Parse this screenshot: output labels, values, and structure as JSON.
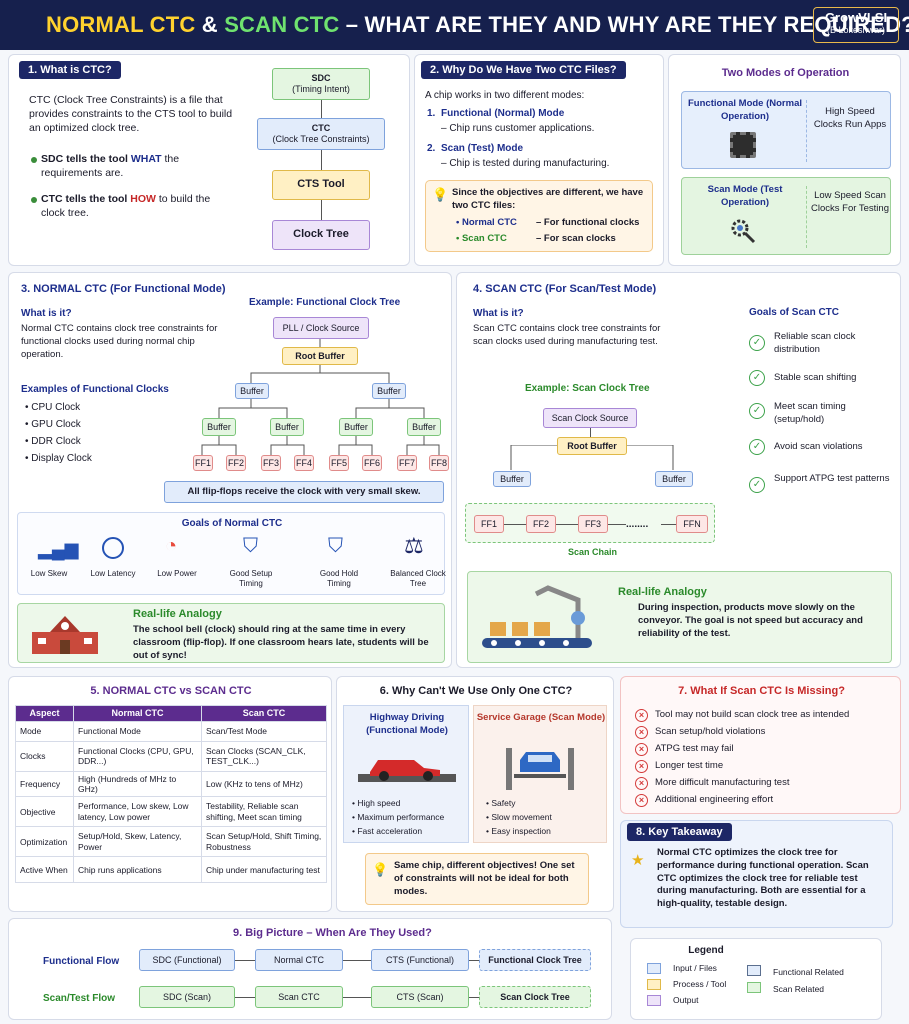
{
  "header": {
    "title_a": "NORMAL CTC",
    "title_amp": "&",
    "title_b": "SCAN CTC",
    "title_rest": "– WHAT ARE THEY AND WHY ARE THEY REQUIRED?",
    "logo": "GrowVLSI",
    "logo_sub": "(B Lokeshwar)"
  },
  "s1": {
    "tag": "1. What is CTC?",
    "intro": "CTC (Clock Tree Constraints) is a file that provides constraints to the CTS tool to build an optimized clock tree.",
    "b1_pre": "SDC tells the tool ",
    "b1_kw": "WHAT",
    "b1_post": " the requirements are.",
    "b2_pre": "CTC tells the tool ",
    "b2_kw": "HOW",
    "b2_post": " to build the clock tree.",
    "flow": [
      {
        "t": "SDC",
        "s": "(Timing Intent)"
      },
      {
        "t": "CTC",
        "s": "(Clock Tree Constraints)"
      },
      {
        "t": "CTS Tool",
        "s": ""
      },
      {
        "t": "Clock Tree",
        "s": ""
      }
    ]
  },
  "s2": {
    "tag": "2. Why Do We Have Two CTC Files?",
    "intro": "A chip works in two different modes:",
    "m1": "1.",
    "m1_name": "Functional (Normal) Mode",
    "m1_desc": "– Chip runs customer applications.",
    "m2": "2.",
    "m2_name": "Scan (Test) Mode",
    "m2_desc": "– Chip is tested during manufacturing.",
    "note": "Since the objectives are different, we have two CTC files:",
    "n1": "Normal CTC",
    "n1d": "– For functional clocks",
    "n2": "Scan CTC",
    "n2d": "– For scan clocks"
  },
  "modes": {
    "title": "Two Modes of Operation",
    "f_name": "Functional Mode (Normal Operation)",
    "f_desc": "High Speed Clocks Run Apps",
    "s_name": "Scan Mode (Test Operation)",
    "s_desc": "Low Speed Scan Clocks For Testing"
  },
  "s3": {
    "title": "3. NORMAL CTC (For Functional Mode)",
    "what": "What is it?",
    "desc": "Normal CTC contains clock tree constraints for functional clocks used during normal chip operation.",
    "ex_title": "Examples of Functional Clocks",
    "examples": [
      "CPU Clock",
      "GPU Clock",
      "DDR Clock",
      "Display Clock"
    ],
    "tree_title": "Example: Functional Clock Tree",
    "src": "PLL / Clock Source",
    "root": "Root Buffer",
    "buf": "Buffer",
    "ffs": [
      "FF1",
      "FF2",
      "FF3",
      "FF4",
      "FF5",
      "FF6",
      "FF7",
      "FF8"
    ],
    "note": "All flip-flops receive the clock with very small skew.",
    "goals_title": "Goals of Normal CTC",
    "goals": [
      "Low Skew",
      "Low Latency",
      "Low Power",
      "Good Setup Timing",
      "Good Hold Timing",
      "Balanced Clock Tree"
    ],
    "ana_title": "Real-life Analogy",
    "ana": "The school bell (clock) should ring at the same time in every classroom (flip-flop). If one classroom hears late, students will be out of sync!"
  },
  "s4": {
    "title": "4. SCAN CTC (For Scan/Test Mode)",
    "what": "What is it?",
    "desc": "Scan CTC contains clock tree constraints for scan clocks used during manufacturing test.",
    "goals_title": "Goals of Scan CTC",
    "goals": [
      "Reliable scan clock distribution",
      "Stable scan shifting",
      "Meet scan timing (setup/hold)",
      "Avoid scan violations",
      "Support ATPG test patterns"
    ],
    "tree_title": "Example: Scan Clock Tree",
    "src": "Scan Clock Source",
    "root": "Root Buffer",
    "buf": "Buffer",
    "chain": [
      "FF1",
      "FF2",
      "FF3",
      "FFN"
    ],
    "dots": "........",
    "chain_label": "Scan Chain",
    "ana_title": "Real-life Analogy",
    "ana": "During inspection, products move slowly on the conveyor. The goal is not speed but accuracy and reliability of the test."
  },
  "s5": {
    "title": "5. NORMAL CTC vs SCAN CTC",
    "head": [
      "Aspect",
      "Normal CTC",
      "Scan CTC"
    ],
    "rows": [
      [
        "Mode",
        "Functional Mode",
        "Scan/Test Mode"
      ],
      [
        "Clocks",
        "Functional Clocks (CPU, GPU, DDR...)",
        "Scan Clocks (SCAN_CLK, TEST_CLK...)"
      ],
      [
        "Frequency",
        "High (Hundreds of MHz to GHz)",
        "Low (KHz to tens of MHz)"
      ],
      [
        "Objective",
        "Performance, Low skew, Low latency, Low power",
        "Testability, Reliable scan shifting, Meet scan timing"
      ],
      [
        "Optimization",
        "Setup/Hold, Skew, Latency, Power",
        "Scan Setup/Hold, Shift Timing, Robustness"
      ],
      [
        "Active When",
        "Chip runs applications",
        "Chip under manufacturing test"
      ]
    ]
  },
  "s6": {
    "title": "6. Why Can't We Use Only One CTC?",
    "hw": "Highway Driving (Functional Mode)",
    "hw_list": [
      "High speed",
      "Maximum performance",
      "Fast acceleration"
    ],
    "sg": "Service Garage (Scan Mode)",
    "sg_list": [
      "Safety",
      "Slow movement",
      "Easy inspection"
    ],
    "note": "Same chip, different objectives! One set of constraints will not be ideal for both modes."
  },
  "s7": {
    "title": "7. What If Scan CTC Is Missing?",
    "items": [
      "Tool may not build scan clock tree as intended",
      "Scan setup/hold violations",
      "ATPG test may fail",
      "Longer test time",
      "More difficult manufacturing test",
      "Additional engineering effort"
    ]
  },
  "s8": {
    "tag": "8. Key Takeaway",
    "text": "Normal CTC optimizes the clock tree for performance during functional operation. Scan CTC optimizes the clock tree for reliable test during manufacturing. Both are essential for a high-quality, testable design."
  },
  "s9": {
    "title": "9. Big Picture – When Are They Used?",
    "f_label": "Functional Flow",
    "f": [
      "SDC (Functional)",
      "Normal CTC",
      "CTS (Functional)",
      "Functional Clock Tree"
    ],
    "s_label": "Scan/Test Flow",
    "s": [
      "SDC (Scan)",
      "Scan CTC",
      "CTS (Scan)",
      "Scan Clock Tree"
    ]
  },
  "legend": {
    "title": "Legend",
    "items": [
      "Input / Files",
      "Process / Tool",
      "Output",
      "Functional Related",
      "Scan Related"
    ]
  }
}
